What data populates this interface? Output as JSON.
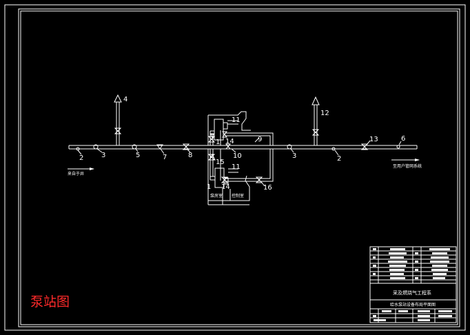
{
  "drawing": {
    "caption": "泵站图",
    "inlet_note": "来自于井",
    "outlet_note": "至用户管网系统",
    "room_labels": [
      "泵房室",
      "控制室"
    ],
    "labels": [
      {
        "id": "lbl-2a",
        "text": "2"
      },
      {
        "id": "lbl-3a",
        "text": "3"
      },
      {
        "id": "lbl-4",
        "text": "4"
      },
      {
        "id": "lbl-5",
        "text": "5"
      },
      {
        "id": "lbl-7",
        "text": "7"
      },
      {
        "id": "lbl-8",
        "text": "8"
      },
      {
        "id": "lbl-1a",
        "text": "1"
      },
      {
        "id": "lbl-11a",
        "text": "11"
      },
      {
        "id": "lbl-14a",
        "text": "14"
      },
      {
        "id": "lbl-9",
        "text": "9"
      },
      {
        "id": "lbl-10",
        "text": "10"
      },
      {
        "id": "lbl-15",
        "text": "15"
      },
      {
        "id": "lbl-11b",
        "text": "11"
      },
      {
        "id": "lbl-1b",
        "text": "1"
      },
      {
        "id": "lbl-14b",
        "text": "14"
      },
      {
        "id": "lbl-16",
        "text": "16"
      },
      {
        "id": "lbl-3b",
        "text": "3"
      },
      {
        "id": "lbl-12",
        "text": "12"
      },
      {
        "id": "lbl-2b",
        "text": "2"
      },
      {
        "id": "lbl-13",
        "text": "13"
      },
      {
        "id": "lbl-6",
        "text": "6"
      }
    ]
  },
  "title_block": {
    "project": "采及燃烧气工程系",
    "sheet": "给水泵站设备布局平面图"
  }
}
